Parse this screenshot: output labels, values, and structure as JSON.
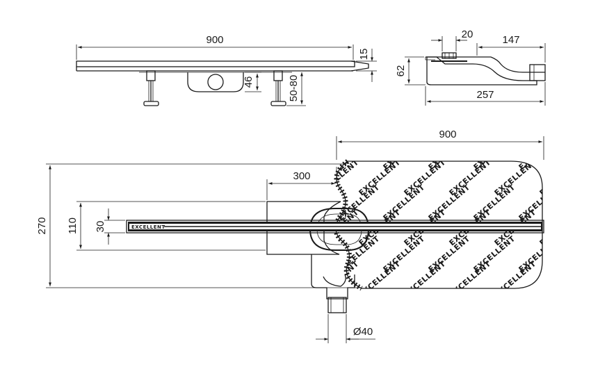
{
  "dimensions": {
    "front_length": "900",
    "front_height": "15",
    "siphon_height": "46",
    "leg_range": "50-80",
    "side_top_width": "20",
    "side_right_width": "147",
    "side_height": "62",
    "side_total_width": "257",
    "plan_membrane_width": "900",
    "plan_overlap": "300",
    "plan_total_height": "270",
    "plan_inner_height": "110",
    "plan_channel_height": "30",
    "outlet_diameter": "Ø40"
  },
  "branding": {
    "membrane_text": "EXCELLENT",
    "channel_text": "EXCELLENT"
  },
  "colors": {
    "line": "#1a1a1a",
    "background": "#ffffff"
  }
}
